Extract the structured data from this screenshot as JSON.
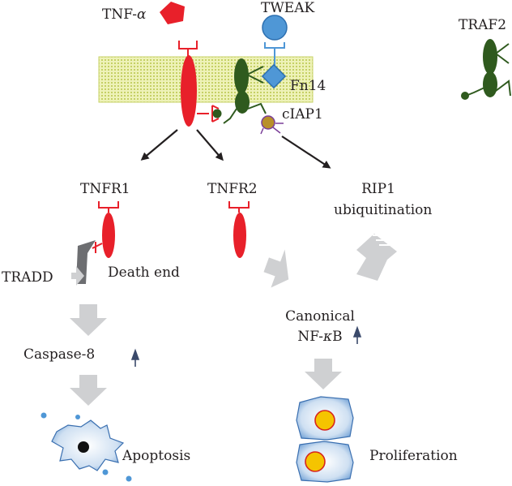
{
  "labels": {
    "tnf_alpha_prefix": "TNF-",
    "tnf_alpha_symbol": "α",
    "tweak": "TWEAK",
    "traf2": "TRAF2",
    "fn14": "Fn14",
    "ciap1": "cIAP1",
    "tnfr1": "TNFR1",
    "tnfr2": "TNFR2",
    "rip1_line1": "RIP1",
    "rip1_line2": "ubiquitination",
    "tradd": "TRADD",
    "death_end": "Death end",
    "caspase8": "Caspase-8",
    "canonical": "Canonical",
    "nfkb_prefix": "NF-",
    "nfkb_symbol": "κ",
    "nfkb_suffix": "B",
    "apoptosis": "Apoptosis",
    "proliferation": "Proliferation"
  },
  "colors": {
    "tnf_red": "#e8202a",
    "membrane_fill": "#eef2b8",
    "membrane_dot": "#a8b82a",
    "fn14_green": "#2f5a1e",
    "tweak_blue": "#4f97d6",
    "ciap1_gold": "#b8902a",
    "ciap1_purple": "#7a3e98",
    "tradd_gray": "#6d6e71",
    "block_arrow_gray": "#cfd0d2",
    "up_arrow_navy": "#3b4a6b",
    "black_arrow": "#231f20",
    "cell_fill": "#b9d3ec",
    "cell_edge": "#3a6fb0",
    "nucleus_yellow": "#f5c400",
    "nucleus_edge": "#d7261e"
  }
}
